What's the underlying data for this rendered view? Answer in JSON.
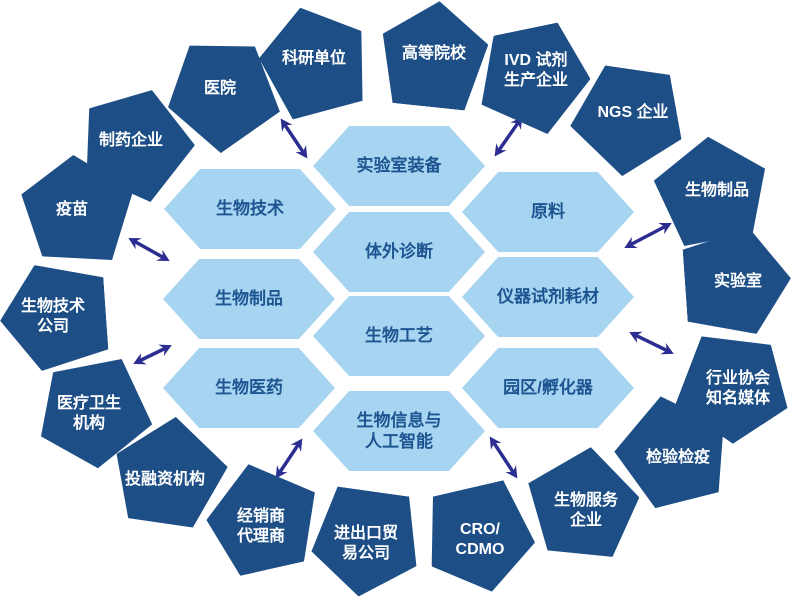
{
  "colors": {
    "background": "#ffffff",
    "outer_node": "#1d4e86",
    "outer_text": "#ffffff",
    "inner_node": "#a7d5f1",
    "inner_text": "#1e5591",
    "arrow": "#2b2d90"
  },
  "icons": {
    "exchange_arrow": "double-headed-arrow"
  },
  "outer_ring": [
    {
      "label": "医院"
    },
    {
      "label": "科研单位"
    },
    {
      "label": "高等院校"
    },
    {
      "label": "IVD 试剂\n生产企业"
    },
    {
      "label": "NGS 企业"
    },
    {
      "label": "生物制品"
    },
    {
      "label": "实验室"
    },
    {
      "label": "行业协会\n知名媒体"
    },
    {
      "label": "检验检疫"
    },
    {
      "label": "生物服务\n企业"
    },
    {
      "label": "CRO/\nCDMO"
    },
    {
      "label": "进出口贸\n易公司"
    },
    {
      "label": "经销商\n代理商"
    },
    {
      "label": "投融资机构"
    },
    {
      "label": "医疗卫生\n机构"
    },
    {
      "label": "生物技术\n公司"
    },
    {
      "label": "疫苗"
    },
    {
      "label": "制药企业"
    }
  ],
  "inner_hexagons": {
    "left": [
      {
        "label": "生物技术"
      },
      {
        "label": "生物制品"
      },
      {
        "label": "生物医药"
      }
    ],
    "center": [
      {
        "label": "实验室装备"
      },
      {
        "label": "体外诊断"
      },
      {
        "label": "生物工艺"
      },
      {
        "label": "生物信息与\n人工智能"
      }
    ],
    "right": [
      {
        "label": "原料"
      },
      {
        "label": "仪器试剂耗材"
      },
      {
        "label": "园区/孵化器"
      }
    ]
  }
}
